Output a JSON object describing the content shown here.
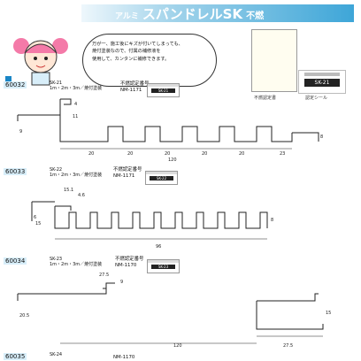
{
  "header": {
    "prefix": "アルミ",
    "title": "スパンドレルSK",
    "suffix": "不燃"
  },
  "bubble": {
    "lines": [
      "万が一、施工後にキズが付いてしまっても、",
      "焼付塗装なので、付属の補修液を",
      "使用して、カンタンに補修できます。"
    ]
  },
  "side_captions": {
    "doc": "不燃認定書",
    "label": "認定シール",
    "label_code": "SK-21"
  },
  "products": [
    {
      "code": "60032",
      "name": "SK-21",
      "spec": "1m・2m・3m／焼付塗装",
      "cert_title": "不燃認定番号",
      "cert_no": "NM-1171",
      "mini": "SK-21"
    },
    {
      "code": "60033",
      "name": "SK-22",
      "spec": "1m・2m・3m／焼付塗装",
      "cert_title": "不燃認定番号",
      "cert_no": "NM-1171",
      "mini": "SK-22"
    },
    {
      "code": "60034",
      "name": "SK-23",
      "spec": "1m・2m・3m／焼付塗装",
      "cert_title": "不燃認定番号",
      "cert_no": "NM-1170",
      "mini": "SK-23"
    },
    {
      "code": "60035",
      "name": "SK-24",
      "spec": "",
      "cert_title": "",
      "cert_no": "NM-1170",
      "mini": ""
    }
  ],
  "dims": {
    "d1": [
      "20",
      "20",
      "20",
      "20",
      "20",
      "23",
      "9",
      "8",
      "4",
      "11",
      "120"
    ],
    "d2": [
      "15.1",
      "4.6",
      "6",
      "8",
      "96",
      "15"
    ],
    "d3": [
      "27.5",
      "9",
      "27.5",
      "120",
      "20.5",
      "15"
    ]
  },
  "colors": {
    "accent": "#1a86c6",
    "code_bg": "#d8eef9"
  }
}
